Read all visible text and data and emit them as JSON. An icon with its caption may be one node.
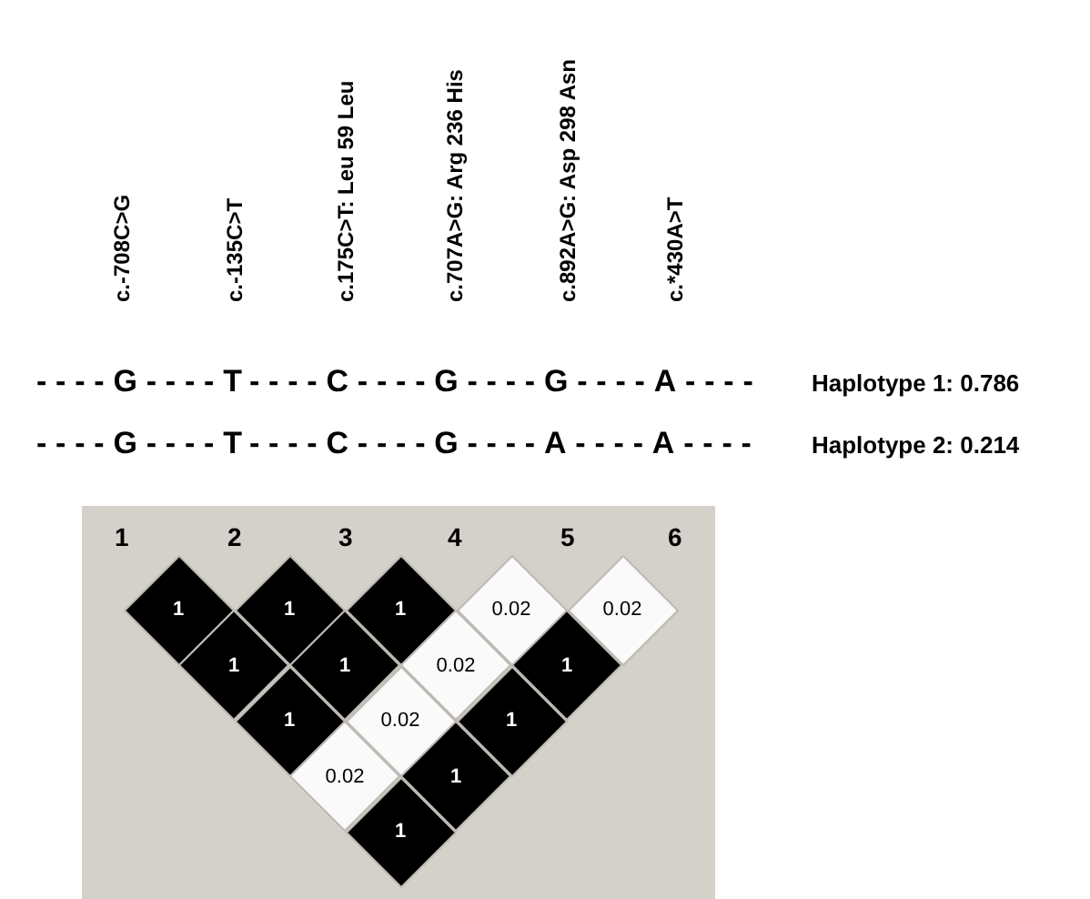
{
  "diagram": {
    "nodes": [
      {
        "text": [
          "1"
        ]
      },
      {
        "text": [
          "1"
        ]
      },
      {
        "text": [
          "1"
        ]
      },
      {
        "text": [
          "0.02"
        ]
      },
      {
        "text": [
          "0.02"
        ]
      },
      {
        "text": [
          "1"
        ]
      },
      {
        "text": [
          "1"
        ]
      },
      {
        "text": [
          "0.02"
        ]
      },
      {
        "text": [
          "1"
        ]
      },
      {
        "text": [
          "1"
        ]
      },
      {
        "text": [
          "0.02"
        ]
      },
      {
        "text": [
          "1"
        ]
      },
      {
        "text": [
          "0.02"
        ]
      },
      {
        "text": [
          "1"
        ]
      },
      {
        "text": [
          "1"
        ]
      }
    ],
    "labels": [
      "c.-708C>G",
      "c.-135C>T",
      "c.175C>T: Leu 59 Leu",
      "c.707A>G: Arg 236 His",
      "c.892A>G: Asp 298 Asn",
      "c.*430A>T",
      "----G----T----C----G----G----A----",
      "Haplotype 1: 0.786",
      "----G----T----C----G----A----A----",
      "Haplotype 2: 0.214",
      "1",
      "2",
      "3",
      "4",
      "5",
      "6"
    ]
  }
}
